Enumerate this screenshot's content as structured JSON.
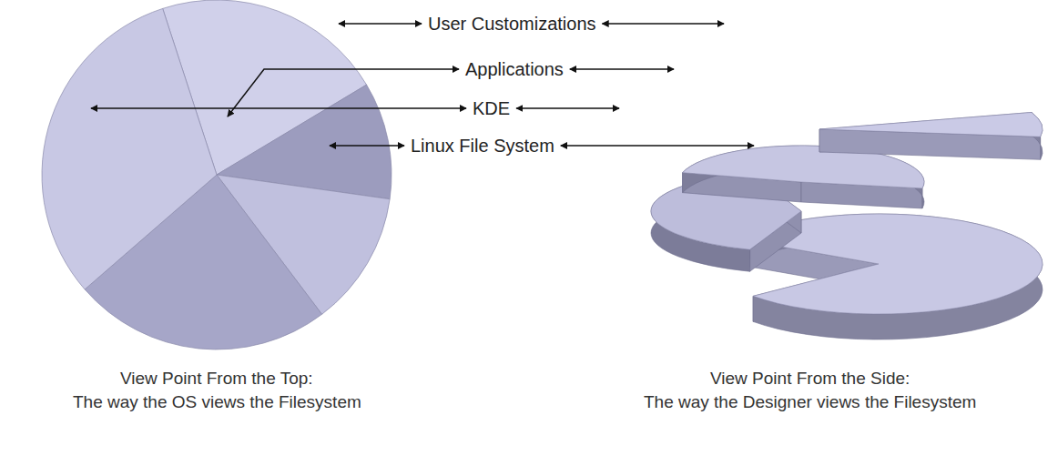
{
  "diagram": {
    "labels": [
      "User Customizations",
      "Applications",
      "KDE",
      "Linux File System",
      "View Point From the Top:",
      "The way the OS views the Filesystem",
      "View Point From the Side:",
      "The way the Designer views the Filesystem"
    ]
  }
}
